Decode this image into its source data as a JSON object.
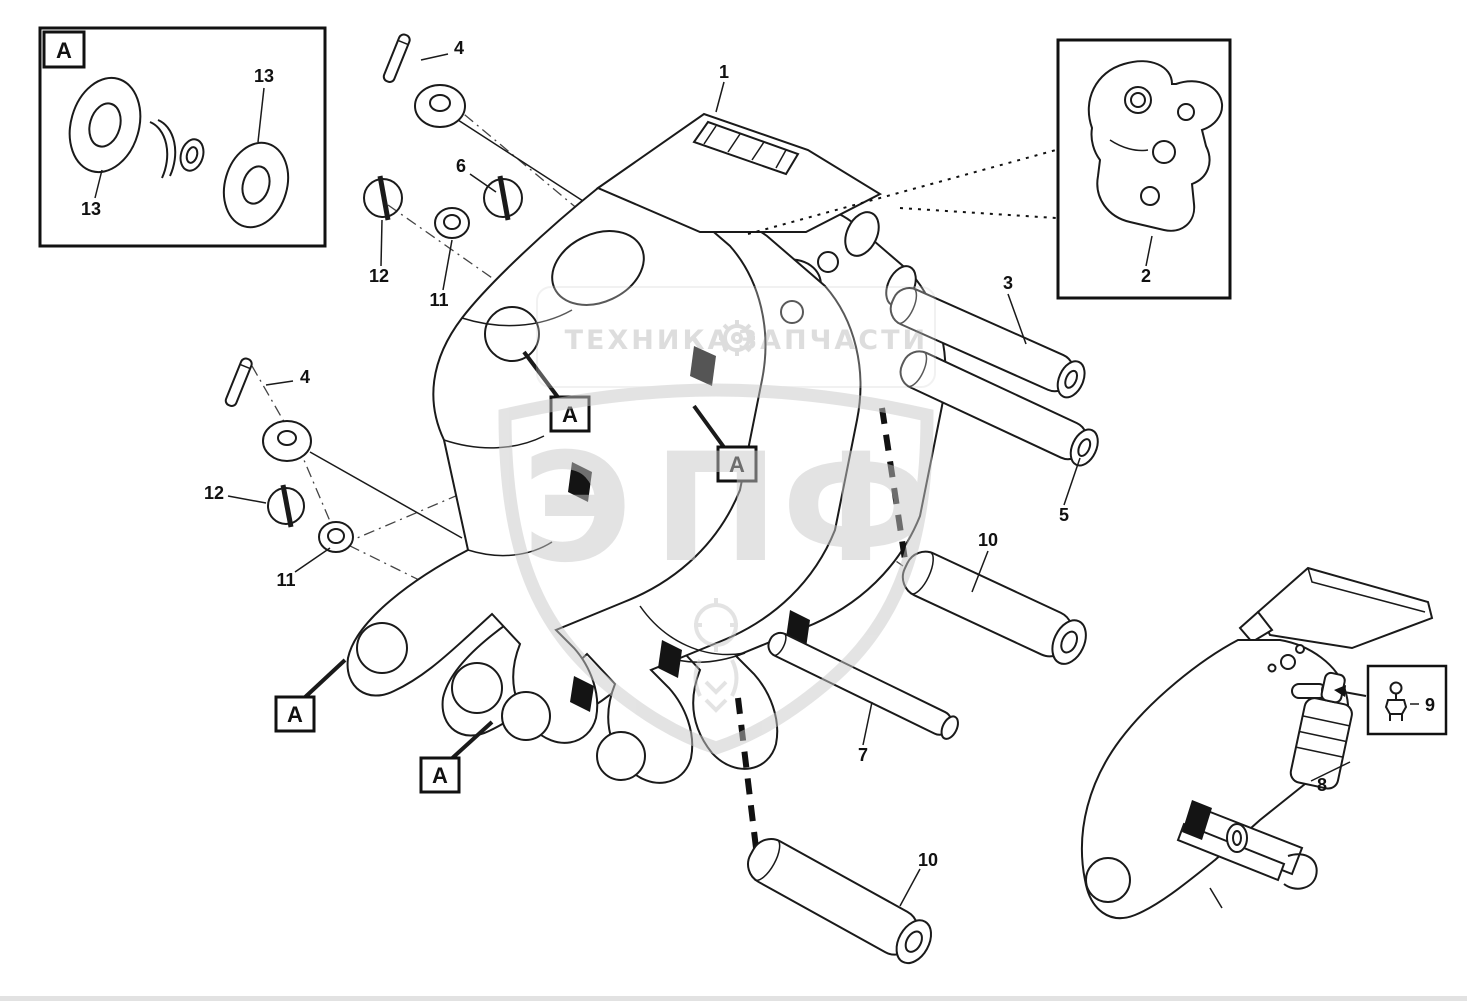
{
  "diagram": {
    "callouts": {
      "part1": "1",
      "part2": "2",
      "part3": "3",
      "part4": "4",
      "part5": "5",
      "part6": "6",
      "part7": "7",
      "part8": "8",
      "part9": "9",
      "part10": "10",
      "part11": "11",
      "part12": "12",
      "part13": "13"
    },
    "markers": {
      "a": "A"
    },
    "watermark": {
      "text_left": "ТЕХНИКА",
      "text_right": "ЗАПЧАСТИ",
      "letters": [
        "Э",
        "П",
        "Ф"
      ]
    },
    "colors": {
      "line": "#1a1a1a",
      "watermark": "#c9c9c9"
    }
  }
}
